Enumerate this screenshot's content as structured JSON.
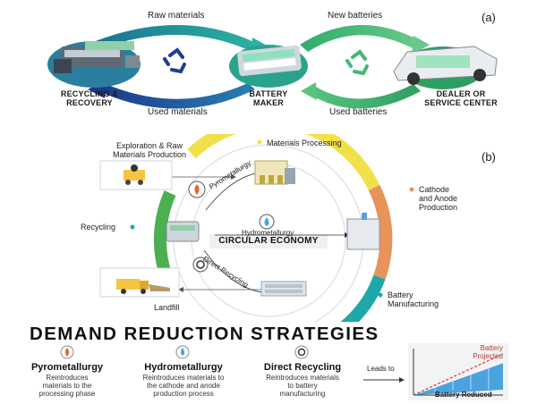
{
  "panel_a": {
    "tag": "(a)",
    "flows": {
      "raw_materials": "Raw materials",
      "used_materials": "Used materials",
      "new_batteries": "New batteries",
      "used_batteries": "Used batteries"
    },
    "nodes": {
      "recycling_line1": "RECYCLING &",
      "recycling_line2": "RECOVERY",
      "maker_line1": "BATTERY",
      "maker_line2": "MAKER",
      "dealer_line1": "DEALER OR",
      "dealer_line2": "SERVICE CENTER"
    }
  },
  "panel_b": {
    "tag": "(b)",
    "center_title": "CIRCULAR ECONOMY",
    "stages": {
      "exploration_line1": "Exploration & Raw",
      "exploration_line2": "Materials Production",
      "materials_processing": "Materials Processing",
      "cathode_line1": "Cathode",
      "cathode_line2": "and Anode",
      "cathode_line3": "Production",
      "battery_line1": "Battery",
      "battery_line2": "Manufacturing",
      "recycling": "Recycling",
      "landfill": "Landfill"
    },
    "routes": {
      "pyro": "Pyrometallurgy",
      "hydro": "Hydrometallurgy",
      "direct": "Direct Recycling"
    },
    "colors": {
      "yellow": "#f2e04a",
      "orange": "#e8935a",
      "teal": "#1fa8a8",
      "green": "#4caf50"
    }
  },
  "demand": {
    "title": "DEMAND REDUCTION STRATEGIES",
    "strategies": [
      {
        "icon": "flame-icon",
        "title": "Pyrometallurgy",
        "desc_line1": "Reintroduces",
        "desc_line2": "materials to the",
        "desc_line3": "processing phase"
      },
      {
        "icon": "water-drop-icon",
        "title": "Hydrometallurgy",
        "desc_line1": "Reintroduces materials to",
        "desc_line2": "the cathode and anode",
        "desc_line3": "production process"
      },
      {
        "icon": "recycle-icon",
        "title": "Direct Recycling",
        "desc_line1": "Reintroduces materials",
        "desc_line2": "to battery",
        "desc_line3": "manufacturing"
      }
    ],
    "leads_to": "Leads to",
    "projected_line1": "Battery",
    "projected_line2": "Projected",
    "reduced": "Battery Reduced"
  }
}
